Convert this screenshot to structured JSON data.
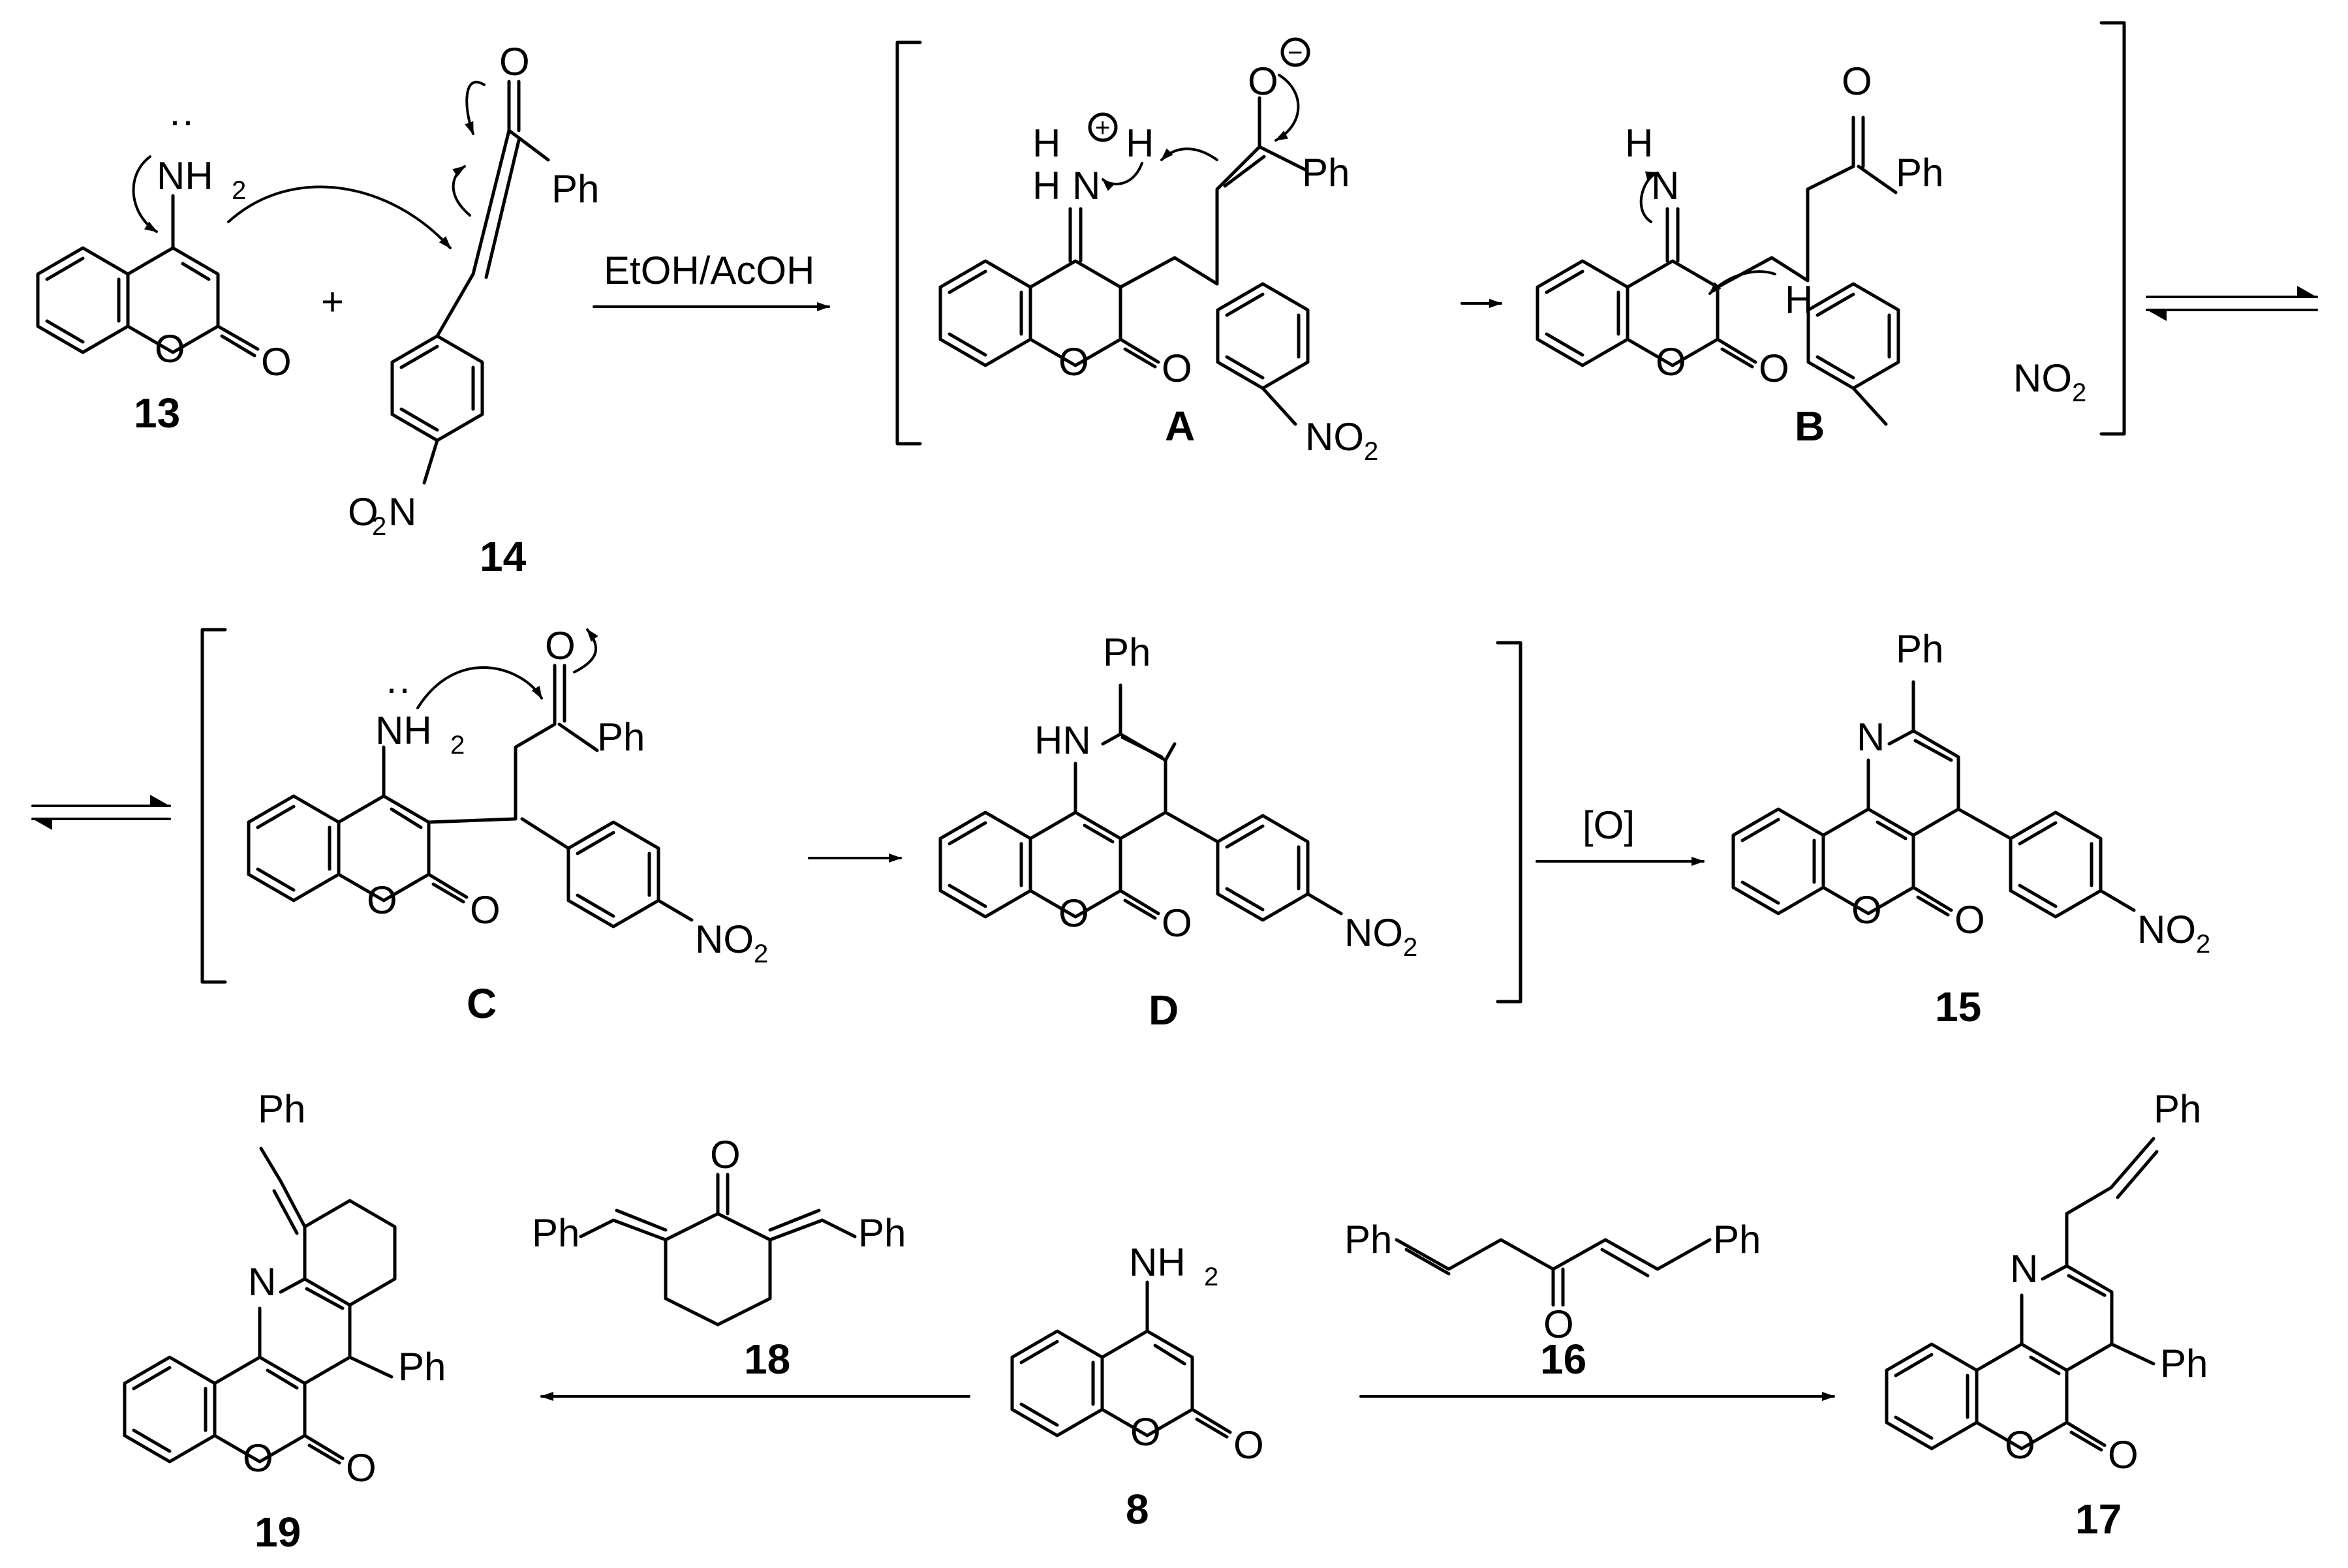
{
  "compounds": {
    "c13": "13",
    "c14": "14",
    "A": "A",
    "B": "B",
    "C": "C",
    "D": "D",
    "c15": "15",
    "c19": "19",
    "c18": "18",
    "c8": "8",
    "c16": "16",
    "c17": "17"
  },
  "reagents": {
    "etoh": "EtOH/AcOH",
    "oxidation": "[O]",
    "plus": "+"
  },
  "atoms": {
    "NH2": "NH",
    "sub2": "2",
    "O": "O",
    "Ph": "Ph",
    "N": "N",
    "H": "H",
    "HN": "HN",
    "NO2": "NO",
    "O2N_O": "O",
    "O2N_N": "N",
    "plus_charge": "+",
    "minus_charge": "−",
    "lonepair": "··"
  }
}
